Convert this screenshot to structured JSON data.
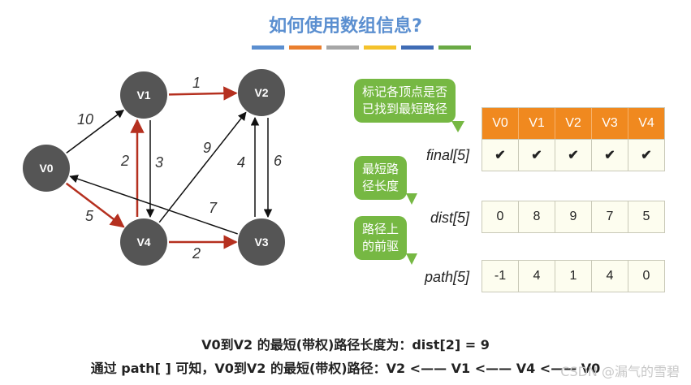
{
  "title": "如何使用数组信息?",
  "colorbar": [
    "#5b8fd0",
    "#ea7f2e",
    "#a6a6a6",
    "#f4c22b",
    "#3f6cb5",
    "#6aaa45"
  ],
  "nodes": [
    "V0",
    "V1",
    "V2",
    "V3",
    "V4"
  ],
  "edges": [
    {
      "from": "V0",
      "to": "V1",
      "weight": "10",
      "highlight": false
    },
    {
      "from": "V0",
      "to": "V4",
      "weight": "5",
      "highlight": true
    },
    {
      "from": "V1",
      "to": "V2",
      "weight": "1",
      "highlight": true
    },
    {
      "from": "V1",
      "to": "V4",
      "weight": "2",
      "highlight": false
    },
    {
      "from": "V4",
      "to": "V1",
      "weight": "3",
      "highlight": true
    },
    {
      "from": "V4",
      "to": "V2",
      "weight": "9",
      "highlight": false
    },
    {
      "from": "V2",
      "to": "V3",
      "weight": "4",
      "highlight": false
    },
    {
      "from": "V3",
      "to": "V2",
      "weight": "6",
      "highlight": false
    },
    {
      "from": "V3",
      "to": "V0",
      "weight": "7",
      "highlight": false
    },
    {
      "from": "V4",
      "to": "V3",
      "weight": "2",
      "highlight": true
    }
  ],
  "colors": {
    "node": "#555555",
    "edge": "#111111",
    "highlight": "#b5301f",
    "bubble": "#76b843",
    "header": "#f0891f"
  },
  "bubbles": {
    "final": [
      "标记各顶点是否",
      "已找到最短路径"
    ],
    "dist": [
      "最短路",
      "径长度"
    ],
    "path": [
      "路径上",
      "的前驱"
    ]
  },
  "table": {
    "headers": [
      "V0",
      "V1",
      "V2",
      "V3",
      "V4"
    ],
    "final_label": "final[5]",
    "final_values": [
      "✔",
      "✔",
      "✔",
      "✔",
      "✔"
    ],
    "dist_label": "dist[5]",
    "dist_values": [
      "0",
      "8",
      "9",
      "7",
      "5"
    ],
    "path_label": "path[5]",
    "path_values": [
      "-1",
      "4",
      "1",
      "4",
      "0"
    ]
  },
  "bottom": {
    "line1": "V0到V2 的最短(带权)路径长度为：dist[2] = 9",
    "line2": "通过 path[ ] 可知，V0到V2 的最短(带权)路径：V2 <—— V1 <—— V4 <—— V0"
  },
  "watermark": "CSDN @漏气的雪碧"
}
